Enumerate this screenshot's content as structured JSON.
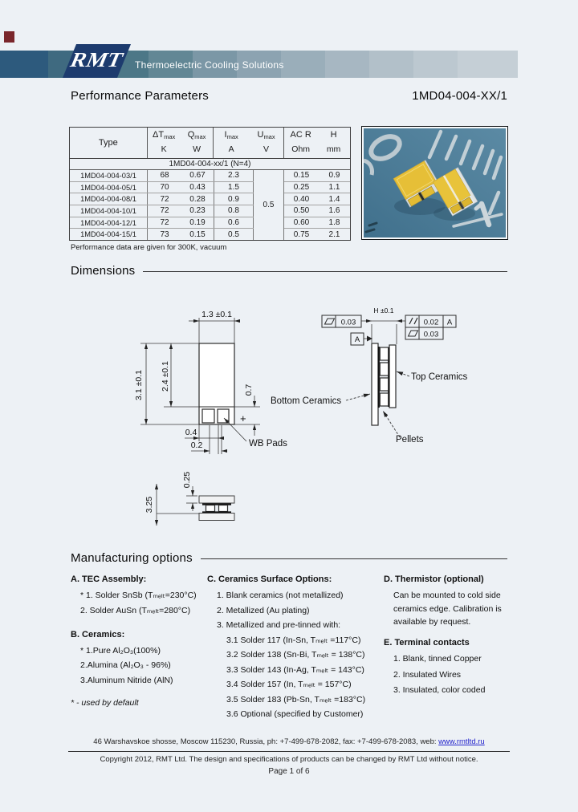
{
  "header": {
    "logo": "RMT",
    "tagline": "Thermoelectric Cooling Solutions"
  },
  "title": {
    "left": "Performance Parameters",
    "right": "1MD04-004-XX/1"
  },
  "table": {
    "type_label": "Type",
    "headers": {
      "dt": {
        "sym": "ΔT",
        "sub": "max",
        "unit": "K"
      },
      "q": {
        "sym": "Q",
        "sub": "max",
        "unit": "W"
      },
      "i": {
        "sym": "I",
        "sub": "max",
        "unit": "A"
      },
      "u": {
        "sym": "U",
        "sub": "max",
        "unit": "V"
      },
      "acr": {
        "sym": "AC R",
        "unit": "Ohm"
      },
      "h": {
        "sym": "H",
        "unit": "mm"
      }
    },
    "series_row": "1MD04-004-xx/1 (N=4)",
    "umax": "0.5",
    "rows": [
      {
        "type": "1MD04-004-03/1",
        "dt": "68",
        "q": "0.67",
        "i": "2.3",
        "acr": "0.15",
        "h": "0.9"
      },
      {
        "type": "1MD04-004-05/1",
        "dt": "70",
        "q": "0.43",
        "i": "1.5",
        "acr": "0.25",
        "h": "1.1"
      },
      {
        "type": "1MD04-004-08/1",
        "dt": "72",
        "q": "0.28",
        "i": "0.9",
        "acr": "0.40",
        "h": "1.4"
      },
      {
        "type": "1MD04-004-10/1",
        "dt": "72",
        "q": "0.23",
        "i": "0.8",
        "acr": "0.50",
        "h": "1.6"
      },
      {
        "type": "1MD04-004-12/1",
        "dt": "72",
        "q": "0.19",
        "i": "0.6",
        "acr": "0.60",
        "h": "1.8"
      },
      {
        "type": "1MD04-004-15/1",
        "dt": "73",
        "q": "0.15",
        "i": "0.5",
        "acr": "0.75",
        "h": "2.1"
      }
    ],
    "footnote": "Performance data are given for 300K, vacuum"
  },
  "sections": {
    "dimensions": "Dimensions",
    "manufacturing": "Manufacturing options"
  },
  "drawing": {
    "front": {
      "w": "1.3 ±0.1",
      "h_outer": "3.1 ±0.1",
      "h_inner": "2.4 ±0.1",
      "pad_h": "0.7",
      "pad_w": "0.4",
      "pad_gap": "0.2",
      "wb": "WB Pads",
      "polarity": "+"
    },
    "side": {
      "flat_left": "0.03",
      "par": "0.02",
      "par_ref": "A",
      "flat_right": "0.03",
      "hdim": "H ±0.1",
      "datum": "A",
      "top": "Top Ceramics",
      "bottom": "Bottom Ceramics",
      "pellets": "Pellets"
    },
    "profile": {
      "len": "3.25",
      "thick": "0.25"
    }
  },
  "mfg": {
    "a_title": "A. TEC Assembly:",
    "a_items": [
      "* 1. Solder SnSb (Tₘₑₗₜ=230°C)",
      "2. Solder AuSn (Tₘₑₗₜ=280°C)"
    ],
    "b_title": "B. Ceramics:",
    "b_items": [
      "* 1.Pure Al₂O₃(100%)",
      "2.Alumina (Al₂O₃ - 96%)",
      "3.Aluminum Nitride (AlN)"
    ],
    "default_note": "* - used by default",
    "c_title": "C. Ceramics Surface Options:",
    "c_items": [
      "1. Blank ceramics (not metallized)",
      "2. Metallized (Au plating)",
      "3. Metallized and pre-tinned with:"
    ],
    "c_sub": [
      "3.1 Solder 117 (In-Sn, Tₘₑₗₜ =117°C)",
      "3.2 Solder 138 (Sn-Bi, Tₘₑₗₜ = 138°C)",
      "3.3 Solder 143 (In-Ag, Tₘₑₗₜ = 143°C)",
      "3.4 Solder 157 (In, Tₘₑₗₜ = 157°C)",
      "3.5 Solder 183 (Pb-Sn, Tₘₑₗₜ =183°C)",
      "3.6 Optional (specified by Customer)"
    ],
    "d_title": "D. Thermistor (optional)",
    "d_lines": [
      "Can be mounted to cold side",
      "ceramics edge. Calibration is",
      "available by request."
    ],
    "e_title": "E. Terminal contacts",
    "e_items": [
      "1. Blank, tinned Copper",
      "2. Insulated Wires",
      "3. Insulated, color coded"
    ]
  },
  "footer": {
    "address": "46 Warshavskoe shosse, Moscow 115230, Russia, ph: +7-499-678-2082, fax: +7-499-678-2083, web: ",
    "website": "www.rmtltd.ru",
    "copyright": "Copyright 2012, RMT Ltd. The design and specifications of products can be changed by RMT Ltd without notice.",
    "page": "Page 1 of 6"
  },
  "colors": {
    "banner_dark": "#2d5a7d",
    "logo_navy": "#1d3b6e",
    "accent_red": "#7a262b",
    "photo_blue": "#4a7c96",
    "module_gold": "#e6bf37",
    "link_blue": "#2323cc"
  }
}
